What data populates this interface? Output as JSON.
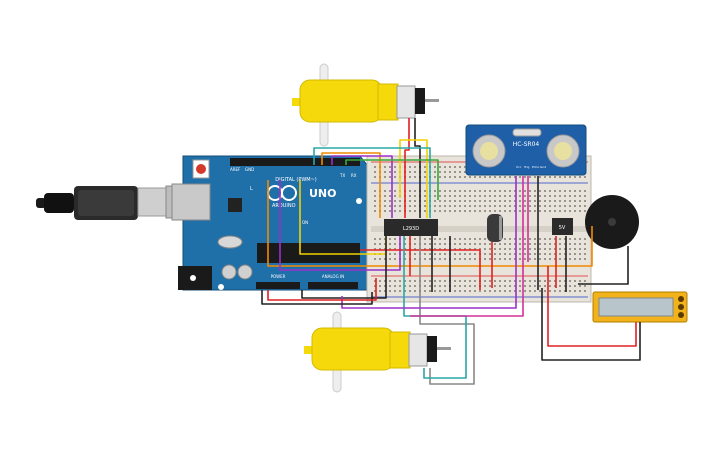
{
  "canvas_title": "",
  "arduino": {
    "brand": "ARDUINO",
    "model": "UNO",
    "digital_header": "DIGITAL (PWM~)",
    "power_header": "POWER",
    "analog_header": "ANALOG IN",
    "aref": "AREF",
    "gnd": "GND",
    "tx": "TX",
    "rx": "RX",
    "led_l": "L",
    "on_label": "ON"
  },
  "sensor": {
    "model": "HC-SR04",
    "pins": [
      "Vcc",
      "Trig",
      "Echo",
      "Gnd"
    ]
  },
  "driver_ic": {
    "label": "L293D"
  },
  "regulator": {
    "label": "5V"
  },
  "colors": {
    "arduino_board": "#1f6fa8",
    "breadboard": "#e8e4dc",
    "motor_body": "#f5d90a",
    "sensor_board": "#1f5fa8",
    "wire_red": "#e02020",
    "wire_black": "#222222",
    "wire_orange": "#f08a00",
    "wire_yellow": "#f2d200",
    "wire_purple": "#9b30c8",
    "wire_magenta": "#d0309a",
    "wire_teal": "#2aa7a6",
    "wire_gray": "#888888",
    "wire_green": "#3aa83a",
    "lcd_frame": "#f2b21a",
    "lcd_screen": "#b8c6cc"
  }
}
